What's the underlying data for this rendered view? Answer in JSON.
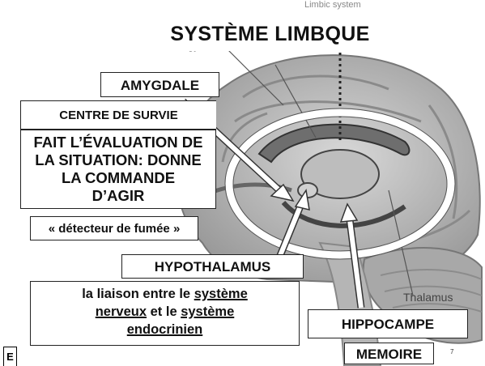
{
  "slide": {
    "title": "SYSTÈME LIMBQUE",
    "amygdale": "AMYGDALE",
    "centre_survie": "CENTRE DE SURVIE",
    "evaluation_lines": [
      "FAIT L’ÉVALUATION DE",
      "LA SITUATION: DONNE",
      "LA COMMANDE",
      "D’AGIR"
    ],
    "detecteur": "« détecteur de fumée »",
    "hypothalamus": "HYPOTHALAMUS",
    "liaison": {
      "line1_a": "la liaison entre le ",
      "line1_b": "système",
      "line2_a": "nerveux",
      "line2_b": " et le ",
      "line2_c": "système",
      "line3": "endocrinien"
    },
    "hippocampe": "HIPPOCAMPE",
    "memoire": "MEMOIRE",
    "page_number": "7",
    "corner_label": "E"
  },
  "image_labels": {
    "gyrus": "gyrus",
    "thalamus": "Thalamus",
    "limbic_system_partial": "Limbic system"
  }
}
